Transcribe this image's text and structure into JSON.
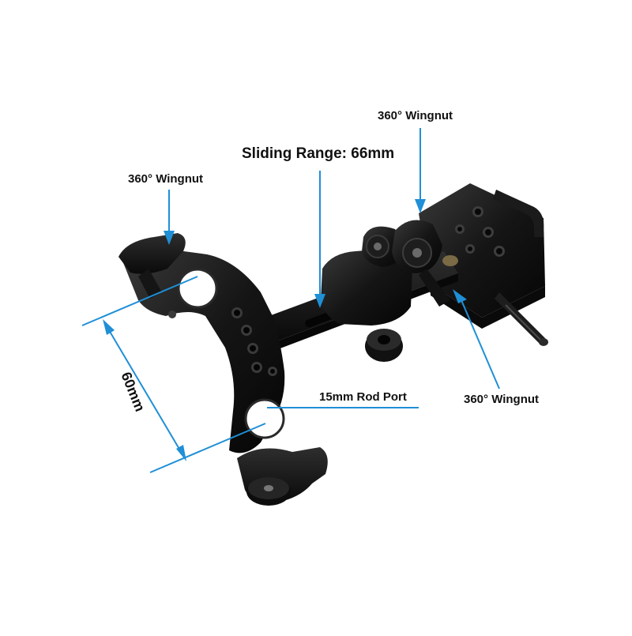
{
  "callouts": {
    "wingnut_top": "360° Wingnut",
    "sliding_range": "Sliding Range: 66mm",
    "wingnut_left": "360° Wingnut",
    "rod_port": "15mm Rod Port",
    "wingnut_right": "360° Wingnut",
    "dimension": "60mm"
  },
  "colors": {
    "accent": "#1f8fd6",
    "product": "#141414",
    "background": "#ffffff"
  }
}
